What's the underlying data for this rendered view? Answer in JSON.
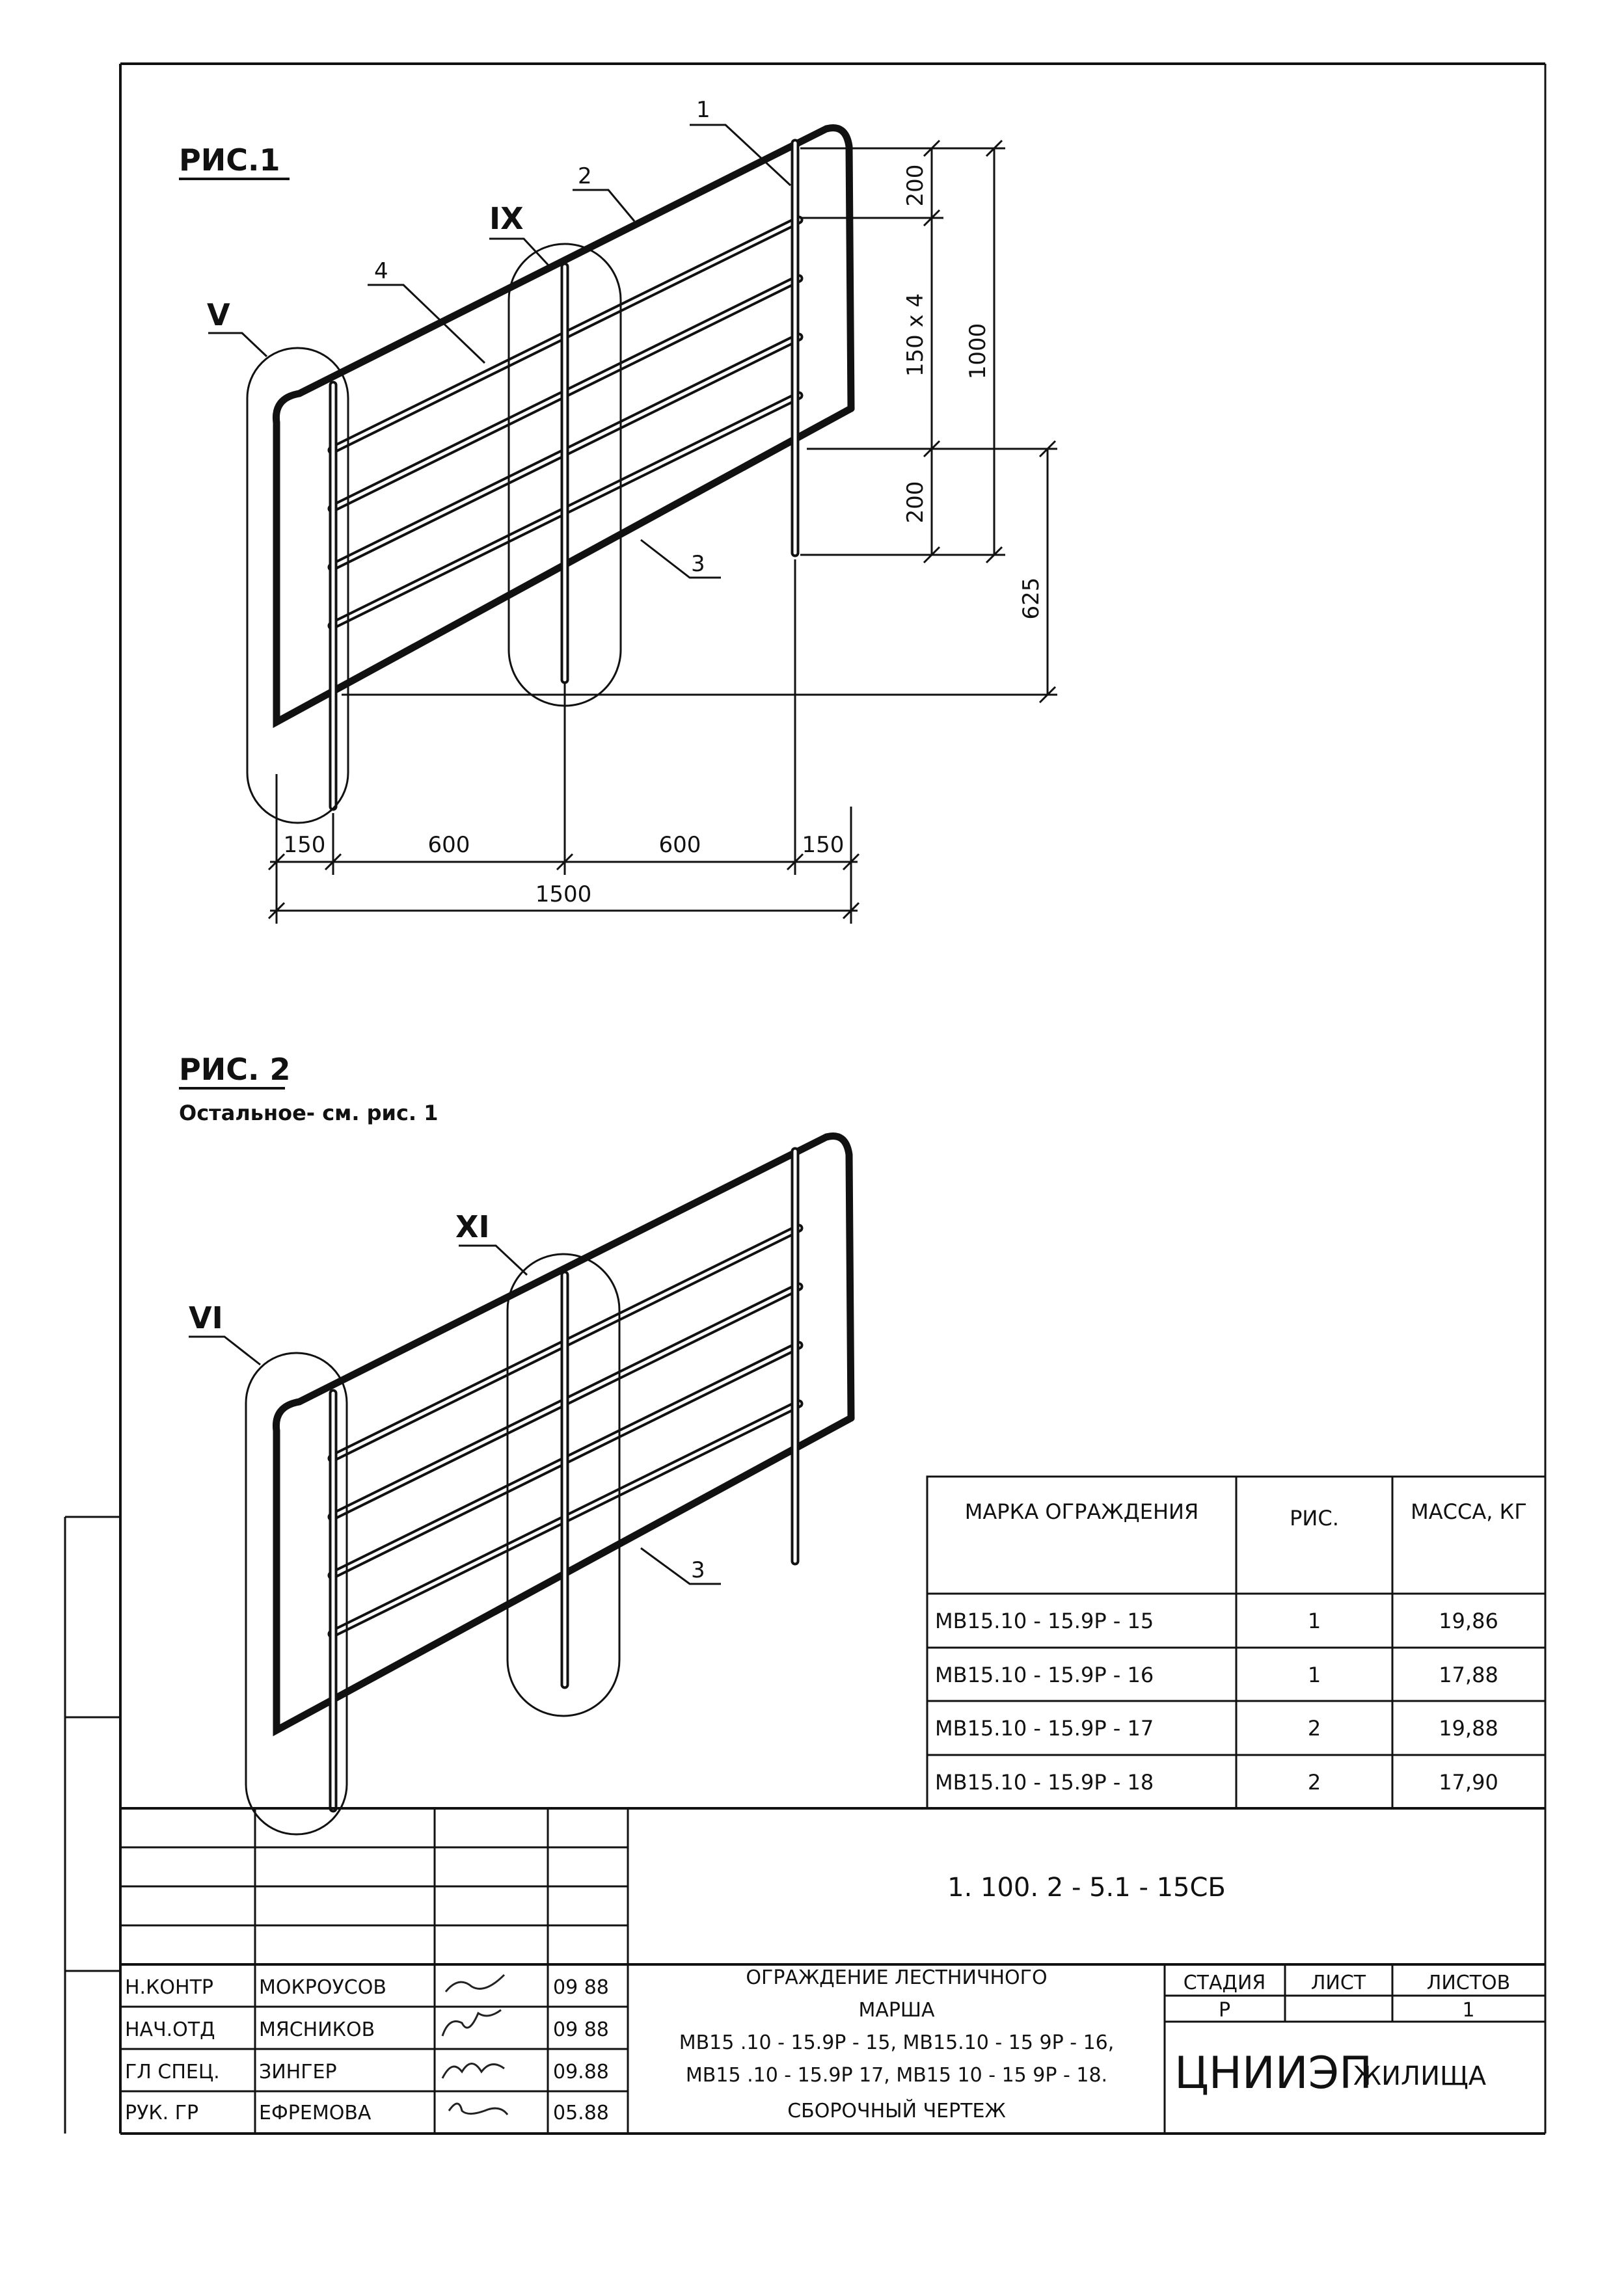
{
  "fig1": {
    "title": "РИС.1",
    "callouts": {
      "v": "V",
      "ix": "IX",
      "c1": "1",
      "c2": "2",
      "c3": "3",
      "c4": "4"
    },
    "dims": {
      "h200_top": "200",
      "h150x4": "150 x 4",
      "h1000": "1000",
      "h200_bot": "200",
      "h625": "625",
      "w150_left": "150",
      "w600_a": "600",
      "w600_b": "600",
      "w150_right": "150",
      "w1500": "1500"
    }
  },
  "fig2": {
    "title": "РИС. 2",
    "note": "Остальное- см. рис. 1",
    "callouts": {
      "vi": "VI",
      "xi": "XI",
      "c3": "3"
    }
  },
  "spec_table": {
    "headers": [
      "МАРКА ОГРАЖДЕНИЯ",
      "РИС.",
      "МАССА, КГ"
    ],
    "rows": [
      [
        "МВ15.10 - 15.9Р - 15",
        "1",
        "19,86"
      ],
      [
        "МВ15.10 - 15.9Р - 16",
        "1",
        "17,88"
      ],
      [
        "МВ15.10 - 15.9Р - 17",
        "2",
        "19,88"
      ],
      [
        "МВ15.10 - 15.9Р - 18",
        "2",
        "17,90"
      ]
    ]
  },
  "title_block": {
    "code": "1. 100. 2 - 5.1 - 15СБ",
    "name_line1": "ОГРАЖДЕНИЕ ЛЕСТНИЧНОГО",
    "name_line2": "МАРША",
    "name_line3": "МВ15 .10 - 15.9Р - 15, МВ15.10 - 15 9Р - 16,",
    "name_line4": "МВ15 .10 - 15.9Р 17, МВ15 10 - 15 9Р - 18.",
    "name_line5": "СБОРОЧНЫЙ ЧЕРТЕЖ",
    "stage_label": "СТАДИЯ",
    "sheet_label": "ЛИСТ",
    "sheets_label": "ЛИСТОВ",
    "stage": "Р",
    "sheet": "",
    "sheets": "1",
    "org_1": "ЦНИИЭП",
    "org_2": "ЖИЛИЩА",
    "staff": [
      {
        "role": "Н.КОНТР",
        "name": "МОКРОУСОВ",
        "date": "09 88"
      },
      {
        "role": "НАЧ.ОТД",
        "name": "МЯСНИКОВ",
        "date": "09 88"
      },
      {
        "role": "ГЛ СПЕЦ.",
        "name": "ЗИНГЕР",
        "date": "09.88"
      },
      {
        "role": "РУК. ГР",
        "name": "ЕФРЕМОВА",
        "date": "05.88"
      }
    ]
  }
}
